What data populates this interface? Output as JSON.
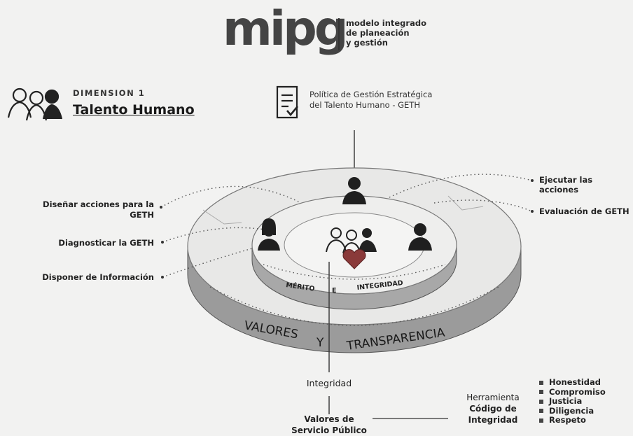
{
  "logo": {
    "wordmark": "mipg",
    "tagline": [
      "modelo integrado",
      "de planeación",
      "y gestión"
    ]
  },
  "dimension": {
    "label": "DIMENSION 1",
    "title": "Talento Humano"
  },
  "policy": {
    "line1": "Política de Gestión Estratégica",
    "line2": "del Talento Humano - GETH"
  },
  "left_actions": {
    "design_line1": "Diseñar acciones para la",
    "design_line2": "GETH",
    "diagnose": "Diagnosticar la GETH",
    "provide": "Disponer de Información"
  },
  "right_actions": {
    "execute": "Ejecutar las acciones",
    "evaluate": "Evaluación de GETH"
  },
  "rings": {
    "inner": [
      "MÉRITO",
      "E",
      "INTEGRIDAD"
    ],
    "outer": [
      "VALORES",
      "Y",
      "TRANSPARENCIA"
    ]
  },
  "bottom": {
    "integrity": "Integridad",
    "values_line1": "Valores de",
    "values_line2": "Servicio Público",
    "tool_line1": "Herramienta",
    "tool_line2": "Código de",
    "tool_line3": "Integridad"
  },
  "values_list": [
    "Honestidad",
    "Compromiso",
    "Justicia",
    "Diligencia",
    "Respeto"
  ],
  "colors": {
    "ring_side": "#9b9b9b",
    "ring_top": "#e6e6e5",
    "heart": "#8a3a3a",
    "figures": "#1f1f1f"
  }
}
